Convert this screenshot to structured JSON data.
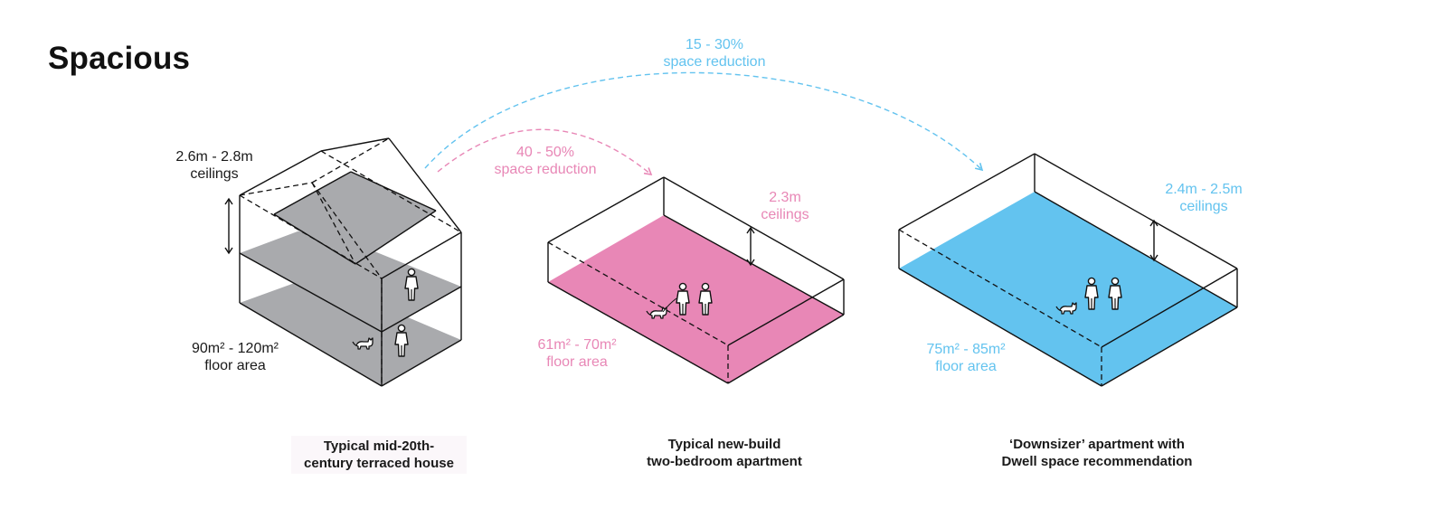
{
  "title": "Spacious",
  "colors": {
    "pink": "#e887b6",
    "blue": "#63c3ef",
    "grey": "#a9aaad",
    "line": "#111111"
  },
  "reductions": {
    "new_build": {
      "line1": "40 - 50%",
      "line2": "space reduction"
    },
    "downsizer": {
      "line1": "15 - 30%",
      "line2": "space reduction"
    }
  },
  "house": {
    "ceilings": {
      "line1": "2.6m - 2.8m",
      "line2": "ceilings"
    },
    "floor": {
      "line1": "90m² - 120m²",
      "line2": "floor area"
    },
    "caption": {
      "line1": "Typical mid-20th-",
      "line2": "century terraced house"
    }
  },
  "new_build": {
    "ceilings": {
      "line1": "2.3m",
      "line2": "ceilings"
    },
    "floor": {
      "line1": "61m² - 70m²",
      "line2": "floor area"
    },
    "caption": {
      "line1": "Typical new-build",
      "line2": "two-bedroom apartment"
    }
  },
  "downsizer": {
    "ceilings": {
      "line1": "2.4m - 2.5m",
      "line2": "ceilings"
    },
    "floor": {
      "line1": "75m² - 85m²",
      "line2": "floor area"
    },
    "caption": {
      "line1": "‘Downsizer’ apartment with",
      "line2": "Dwell space recommendation"
    }
  }
}
